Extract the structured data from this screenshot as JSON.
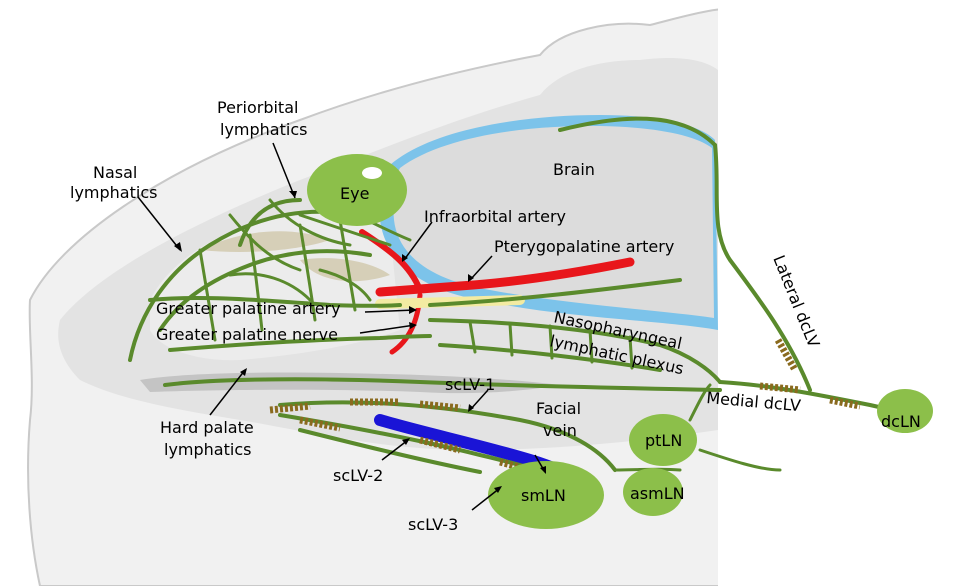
{
  "labels": {
    "periorbital": [
      "Periorbital",
      "lymphatics"
    ],
    "nasal": [
      "Nasal",
      "lymphatics"
    ],
    "eye": "Eye",
    "brain": "Brain",
    "infraorbital_artery": "Infraorbital artery",
    "pterygopalatine_artery": "Pterygopalatine artery",
    "greater_palatine_artery": "Greater palatine artery",
    "greater_palatine_nerve": "Greater palatine nerve",
    "nasopharyngeal": [
      "Nasopharyngeal",
      "lymphatic plexus"
    ],
    "hard_palate": [
      "Hard palate",
      "lymphatics"
    ],
    "sclv1": "scLV-1",
    "sclv2": "scLV-2",
    "sclv3": "scLV-3",
    "facial_vein": [
      "Facial",
      "vein"
    ],
    "ptln": "ptLN",
    "smln": "smLN",
    "asmln": "asmLN",
    "medial_dclv": "Medial dcLV",
    "lateral_dclv": "Lateral dcLV",
    "dcln": "dcLN"
  },
  "colors": {
    "lymphatic": "#5a8a2c",
    "node": "#8cbf4a",
    "artery": "#e8161b",
    "nerve": "#f3eba2",
    "vein": "#1a14d6",
    "csf": "#7cc3ea",
    "tissue": "#e2e2e2",
    "valve": "#8a6a1e"
  }
}
